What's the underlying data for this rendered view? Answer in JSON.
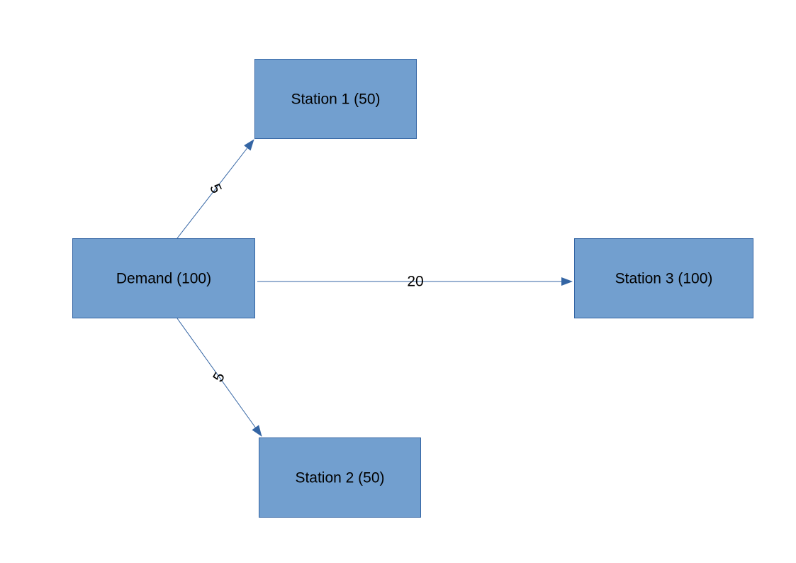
{
  "colors": {
    "node_fill": "#729fcf",
    "node_stroke": "#3465a4",
    "edge": "#3465a4",
    "text": "#000000",
    "background": "#ffffff"
  },
  "nodes": {
    "station1": {
      "label": "Station 1 (50)"
    },
    "demand": {
      "label": "Demand (100)"
    },
    "station3": {
      "label": "Station 3 (100)"
    },
    "station2": {
      "label": "Station 2 (50)"
    }
  },
  "edges": {
    "to_station1": {
      "from": "Demand (100)",
      "to": "Station 1 (50)",
      "label": "5"
    },
    "to_station3": {
      "from": "Demand (100)",
      "to": "Station 3 (100)",
      "label": "20"
    },
    "to_station2": {
      "from": "Demand (100)",
      "to": "Station 2 (50)",
      "label": "5"
    }
  }
}
